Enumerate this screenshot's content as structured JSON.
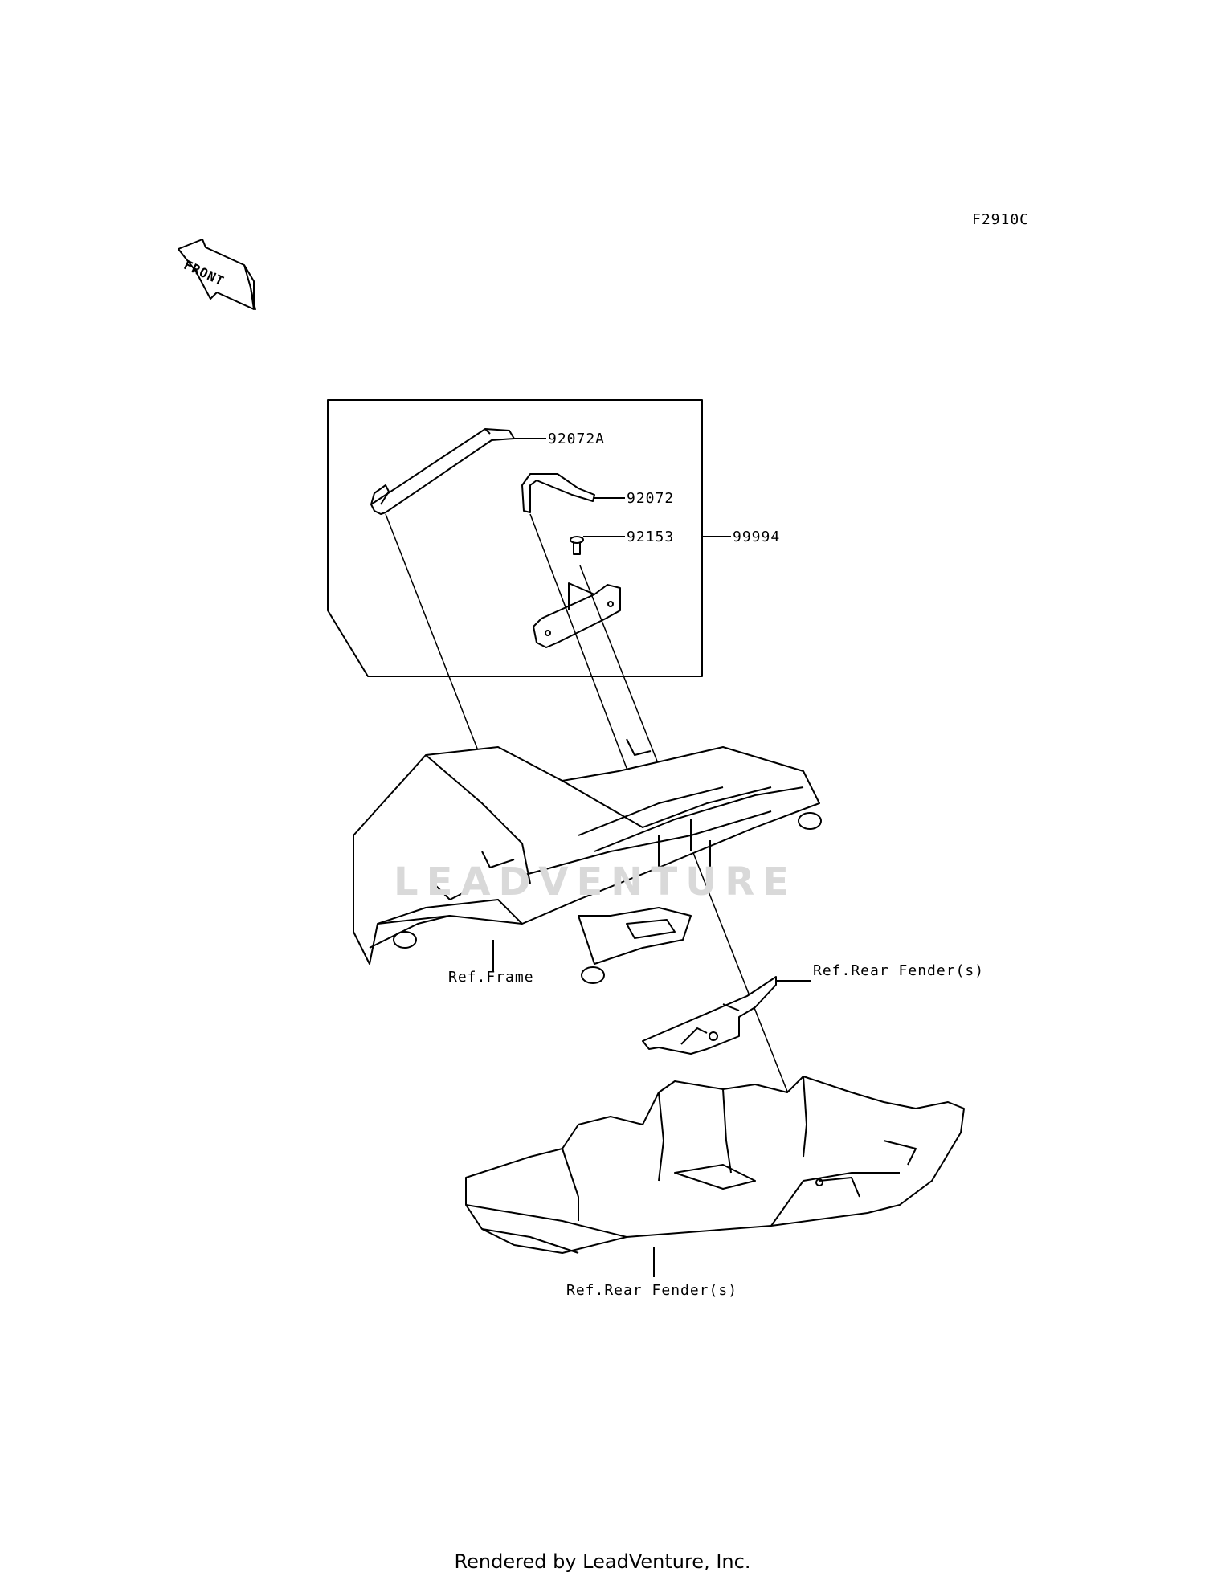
{
  "diagram": {
    "code": "F2910C",
    "front_arrow": "FRONT",
    "parts": {
      "p92072A": "92072A",
      "p92072": "92072",
      "p92153": "92153",
      "p99994": "99994"
    },
    "refs": {
      "frame": "Ref.Frame",
      "rear_fender_upper": "Ref.Rear Fender(s)",
      "rear_fender_lower": "Ref.Rear Fender(s)"
    },
    "watermark": "LEADVENTURE"
  },
  "footer": "Rendered by LeadVenture, Inc."
}
